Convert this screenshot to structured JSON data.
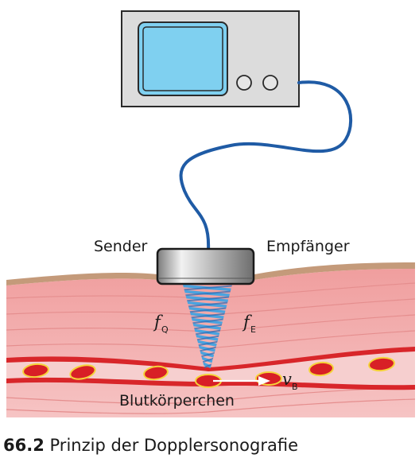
{
  "labels": {
    "sender": "Sender",
    "receiver": "Empfänger",
    "f_source_symbol": "f",
    "f_source_sub": "Q",
    "f_receiver_symbol": "f",
    "f_receiver_sub": "E",
    "velocity_symbol": "v",
    "velocity_sub": "B",
    "blood_cells": "Blutkörperchen"
  },
  "caption": {
    "number": "66.2",
    "text": "Prinzip der Dopplersonografie"
  },
  "colors": {
    "device_body": "#dcdcdc",
    "screen": "#7fd0f0",
    "cable": "#1f5ba5",
    "skin": "#c49a7a",
    "tissue": "#f3b9b9",
    "vessel_wall": "#d8262a",
    "blood_plasma": "#f6cfcf",
    "blood_cell": "#d81f26",
    "blood_cell_rim": "#f5d33a",
    "ultrasound": "#4aa3df",
    "velocity_arrow": "#ffffff"
  },
  "icons": {
    "device": "ultrasound-monitor-icon",
    "probe": "transducer-probe-icon"
  }
}
